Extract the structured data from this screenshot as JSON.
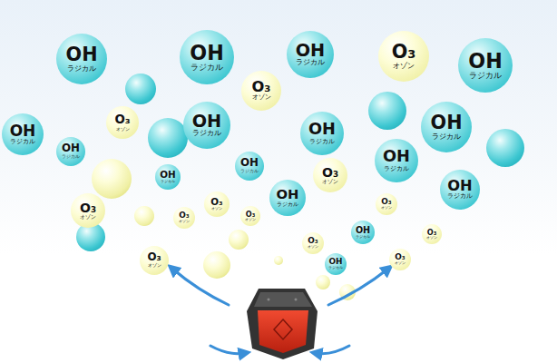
{
  "diagram": {
    "nodes": [
      {
        "text": [
          "OH",
          "ラジカル"
        ]
      },
      {
        "text": [
          "OH",
          "ラジカル"
        ]
      },
      {
        "text": [
          "OH",
          "ラジカル"
        ]
      },
      {
        "text": [
          "O₃",
          "オゾン"
        ]
      },
      {
        "text": [
          "OH",
          "ラジカル"
        ]
      },
      {
        "text": [
          "O₃",
          "オゾン"
        ]
      },
      {
        "text": [
          "OH",
          "ラジカル"
        ]
      },
      {
        "text": [
          "OH",
          "ラジカル"
        ]
      },
      {
        "text": [
          "O₃",
          "オゾン"
        ]
      },
      {
        "text": [
          "OH",
          "ラジカル"
        ]
      },
      {
        "text": [
          "OH",
          "ラジカル"
        ]
      },
      {
        "text": [
          "OH",
          "ラジカル"
        ]
      },
      {
        "text": [
          "OH",
          "ラジカル"
        ]
      },
      {
        "text": [
          "OH",
          "ラジカル"
        ]
      },
      {
        "text": [
          "O₃",
          "オゾン"
        ]
      },
      {
        "text": [
          "OH",
          "ラジカル"
        ]
      },
      {
        "text": [
          "O₃",
          "オゾン"
        ]
      },
      {
        "text": [
          "O₃",
          "オゾン"
        ]
      },
      {
        "text": [
          "O₃",
          "オゾン"
        ]
      },
      {
        "text": [
          "O₃",
          "オゾン"
        ]
      },
      {
        "text": [
          "OH",
          "ラジカル"
        ]
      },
      {
        "text": [
          "O₃",
          "オゾン"
        ]
      },
      {
        "text": [
          "OH",
          "ラジカル"
        ]
      },
      {
        "text": [
          "O₃",
          "オゾン"
        ]
      },
      {
        "text": [
          "O₃",
          "オゾン"
        ]
      },
      {
        "text": [
          "OH",
          "ラジカル"
        ]
      },
      {
        "text": [
          "OH",
          "ラジカル"
        ]
      },
      {
        "text": [
          "O₃",
          "オゾン"
        ]
      },
      {
        "text": [
          "O₃",
          "オゾン"
        ]
      }
    ]
  }
}
